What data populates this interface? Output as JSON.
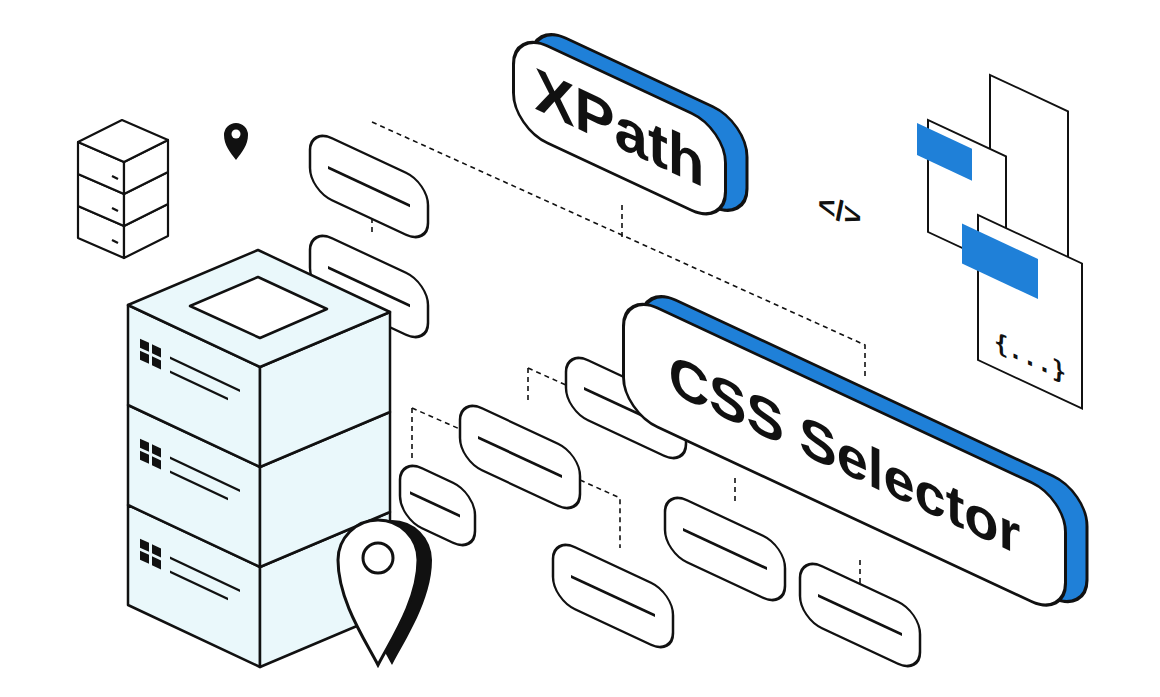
{
  "diagram": {
    "nodes": [
      {
        "text": [
          "XPath"
        ]
      },
      {
        "text": [
          "CSS Selector"
        ]
      },
      {
        "text": [
          "{...}"
        ]
      }
    ],
    "labels": [
      "</>"
    ]
  }
}
